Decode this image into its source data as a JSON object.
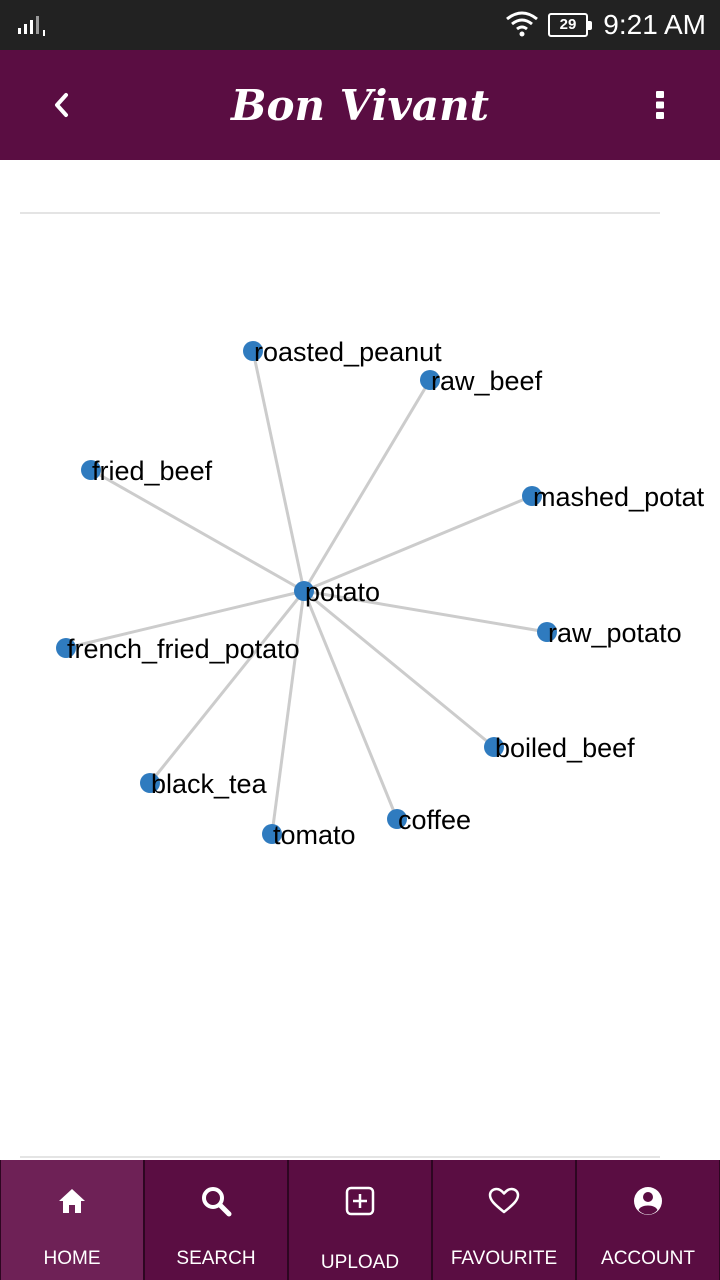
{
  "status_bar": {
    "battery": "29",
    "time": "9:21 AM"
  },
  "app_bar": {
    "title": "Bon Vivant"
  },
  "graph": {
    "center": "potato",
    "neighbors": [
      "roasted_peanut",
      "raw_beef",
      "fried_beef",
      "mashed_potat",
      "raw_potato",
      "french_fried_potato",
      "boiled_beef",
      "black_tea",
      "coffee",
      "tomato"
    ]
  },
  "bottom_nav": {
    "items": [
      {
        "label": "HOME",
        "icon": "home-icon",
        "active": true
      },
      {
        "label": "SEARCH",
        "icon": "search-icon",
        "active": false
      },
      {
        "label": "UPLOAD",
        "icon": "plus-square-icon",
        "active": false
      },
      {
        "label": "FAVOURITE",
        "icon": "heart-icon",
        "active": false
      },
      {
        "label": "ACCOUNT",
        "icon": "account-icon",
        "active": false
      }
    ]
  },
  "colors": {
    "primary": "#5a0d42",
    "active_tab": "#6e2156",
    "node": "#2f7bbf",
    "edge": "#cccccc",
    "status_bar": "#222222"
  }
}
